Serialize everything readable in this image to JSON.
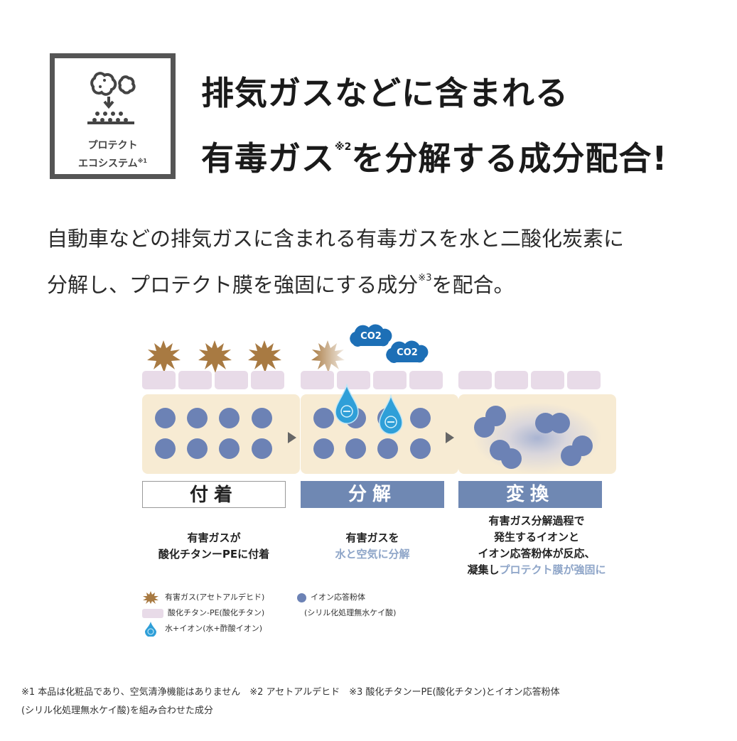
{
  "badge": {
    "icon": "pollution-to-particles-icon",
    "line1": "プロテクト",
    "line2": "エコシステム",
    "note_mark": "※1"
  },
  "headline": {
    "line1": "排気ガスなどに含まれる",
    "line2_a": "有毒ガス",
    "line2_note": "※2",
    "line2_b": "を分解する成分配合!"
  },
  "description": {
    "line1": "自動車などの排気ガスに含まれる有毒ガスを水と二酸化炭素に",
    "line2_a": "分解し、プロテクト膜を強固にする成分",
    "line2_note": "※3",
    "line2_b": "を配合。"
  },
  "diagram": {
    "co2_label": "CO2",
    "steps": [
      {
        "label": "付着",
        "style": "white",
        "caption_lines": [
          "有害ガスが",
          "酸化チタンーPEに付着"
        ]
      },
      {
        "label": "分解",
        "style": "blue",
        "caption_line1": "有害ガスを",
        "caption_line2_highlight": "水と空気に分解"
      },
      {
        "label": "変換",
        "style": "blue",
        "caption_line1": "有害ガス分解過程で",
        "caption_line2": "発生するイオンと",
        "caption_line3": "イオン応答粉体が反応、",
        "caption_line4_plain": "凝集し",
        "caption_line4_highlight": "プロテクト膜が強固に"
      }
    ],
    "colors": {
      "gas": "#a87a42",
      "cell": "#e8dbe8",
      "panel": "#f7ebd3",
      "particle": "#6c82b5",
      "drop": "#2f9fd8",
      "co2": "#1d6fb6",
      "label_blue": "#6f88b3",
      "highlight_text": "#8ea5c8"
    }
  },
  "legend": {
    "items": [
      {
        "icon": "harmful-gas-icon",
        "text": "有害ガス(アセトアルデヒド)"
      },
      {
        "icon": "titanium-oxide-cell-icon",
        "text": "酸化チタン-PE(酸化チタン)"
      },
      {
        "icon": "water-ion-drop-icon",
        "text": "水+イオン(水+酢酸イオン)"
      },
      {
        "icon": "ion-powder-dot-icon",
        "text": "イオン応答粉体",
        "text2": "(シリル化処理無水ケイ酸)"
      }
    ]
  },
  "footnotes": {
    "line1": "※1 本品は化粧品であり、空気清浄機能はありません　※2 アセトアルデヒド　※3 酸化チタンーPE(酸化チタン)とイオン応答粉体",
    "line2": "(シリル化処理無水ケイ酸)を組み合わせた成分"
  }
}
